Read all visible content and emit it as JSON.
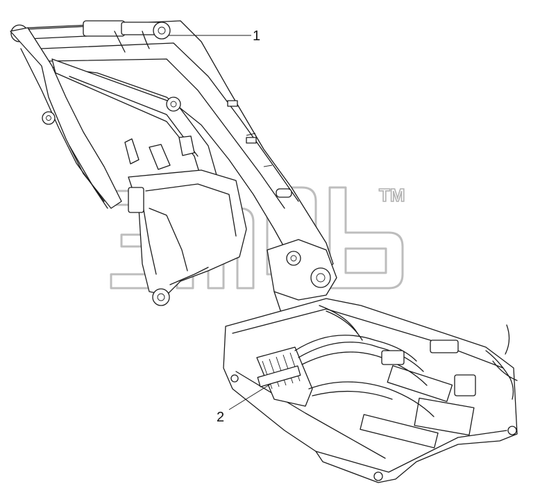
{
  "callouts": [
    {
      "id": "1",
      "label": "1"
    },
    {
      "id": "2",
      "label": "2"
    }
  ],
  "watermark": {
    "trademark": "TM"
  },
  "colors": {
    "ink": "#1a1a1a",
    "watermark": "#bdbdbd",
    "background": "#ffffff"
  }
}
